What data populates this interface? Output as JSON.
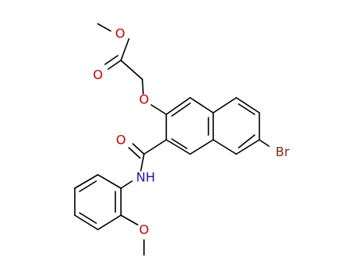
{
  "structure": {
    "atom_labels": {
      "o_methoxy_ester": "O",
      "o_carbonyl_ester": "O",
      "o_ether": "O",
      "o_amide": "O",
      "nh": "NH",
      "br": "Br",
      "o_methoxy_aryl": "O"
    },
    "colors": {
      "bond": "#000000",
      "oxygen": "#cc0000",
      "nitrogen": "#1a1aa8",
      "bromine": "#7a2b0c",
      "background": "#ffffff"
    }
  }
}
